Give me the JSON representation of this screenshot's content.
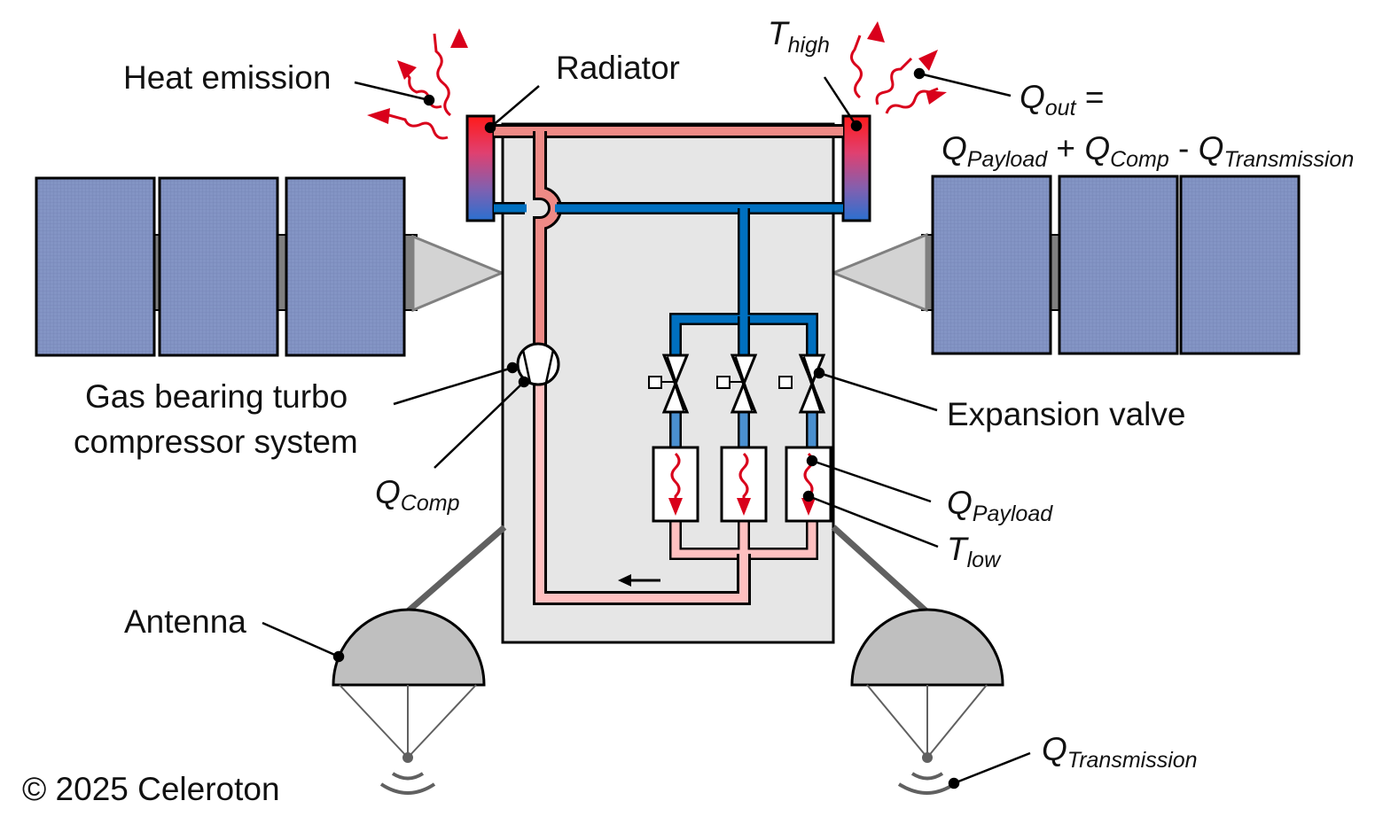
{
  "diagram": {
    "title": "Satellite thermal management loop with gas bearing turbo compressor",
    "labels": {
      "heat_emission": "Heat emission",
      "radiator": "Radiator",
      "t_high_main": "T",
      "t_high_sub": "high",
      "q_out_main": "Q",
      "q_out_sub": "out",
      "q_out_eq": " =",
      "formula": {
        "q1": "Q",
        "q1_sub": "Payload",
        "plus": " + ",
        "q2": "Q",
        "q2_sub": "Comp",
        "minus": " - ",
        "q3": "Q",
        "q3_sub": "Transmission"
      },
      "compressor_line1": "Gas bearing turbo",
      "compressor_line2": "compressor system",
      "q_comp_main": "Q",
      "q_comp_sub": "Comp",
      "expansion_valve": "Expansion valve",
      "q_payload_main": "Q",
      "q_payload_sub": "Payload",
      "t_low_main": "T",
      "t_low_sub": "low",
      "antenna": "Antenna",
      "q_transmission_main": "Q",
      "q_transmission_sub": "Transmission",
      "copyright": "© 2025 Celeroton"
    },
    "colors": {
      "hot_pipe": "#ee8a86",
      "warm_pipe": "#ffc0c0",
      "cold_pipe": "#0070c0",
      "cold_pipe_light": "#4a90d0",
      "heat_arrow": "#d9001b",
      "solar_panel": "#8090c0",
      "body": "#e6e6e6",
      "antenna_dish": "#bfbfbf"
    }
  }
}
